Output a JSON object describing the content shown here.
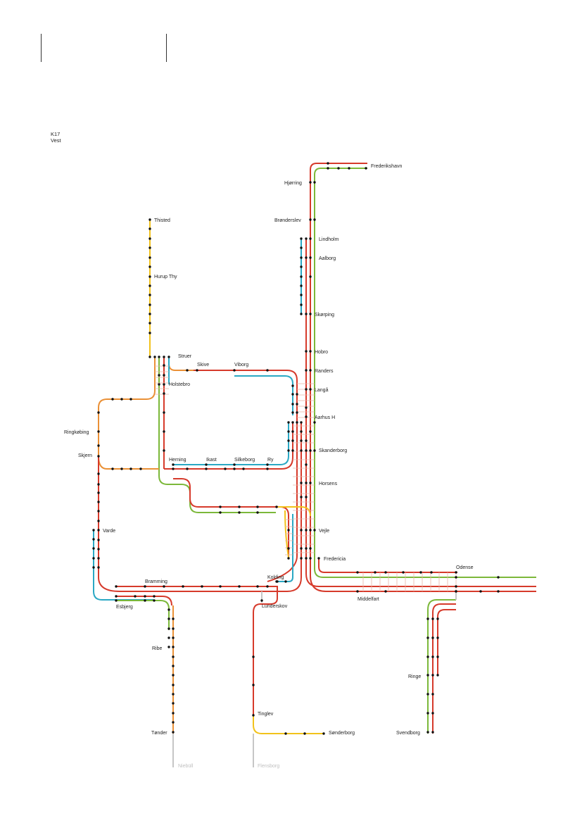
{
  "header": {
    "code": "K17",
    "region": "Vest"
  },
  "colors": {
    "red": "#d63a2b",
    "green": "#7cb83a",
    "blue": "#2aa8c4",
    "orange": "#ea9036",
    "yellow": "#f2c21b",
    "grey": "#c6c6c6",
    "stop": "#111111"
  },
  "stations": {
    "frederikshavn": "Frederikshavn",
    "hjorring": "Hjørring",
    "bronderslev": "Brønderslev",
    "lindholm": "Lindholm",
    "aalborg": "Aalborg",
    "skorping": "Skørping",
    "hobro": "Hobro",
    "randers": "Randers",
    "langa": "Langå",
    "aarhus": "Aarhus H",
    "skanderborg": "Skanderborg",
    "horsens": "Horsens",
    "vejle": "Vejle",
    "fredericia": "Fredericia",
    "odense": "Odense",
    "middelfart": "Middelfart",
    "kolding": "Kolding",
    "lunderskov": "Lunderskov",
    "bramming": "Bramming",
    "esbjerg": "Esbjerg",
    "varde": "Varde",
    "skjern": "Skjern",
    "ringkobing": "Ringkøbing",
    "holstebro": "Holstebro",
    "struer": "Struer",
    "thisted": "Thisted",
    "hurup": "Hurup Thy",
    "skive": "Skive",
    "viborg": "Viborg",
    "herning": "Herning",
    "ikast": "Ikast",
    "silkeborg": "Silkeborg",
    "ry": "Ry",
    "ribe": "Ribe",
    "tonder": "Tønder",
    "niebull": "Niebüll",
    "tinglev": "Tinglev",
    "sonderborg": "Sønderborg",
    "flensborg": "Flensborg",
    "ringe": "Ringe",
    "svendborg": "Svendborg"
  }
}
